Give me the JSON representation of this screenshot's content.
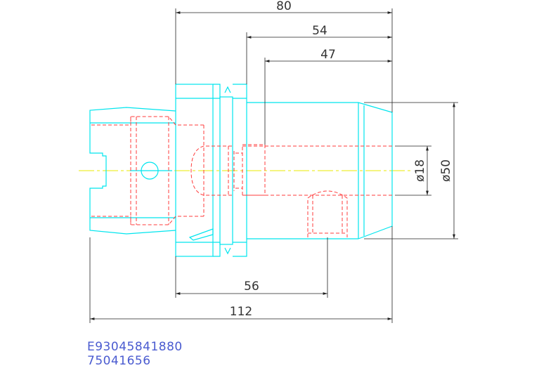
{
  "dimensions": {
    "d80": "80",
    "d54": "54",
    "d47": "47",
    "d56": "56",
    "d112": "112",
    "dia18": "ø18",
    "dia50": "ø50"
  },
  "part_codes": {
    "code1": "E93045841880",
    "code2": "75041656"
  },
  "colors": {
    "outline": "#00e5ee",
    "hidden": "#ff3b3b",
    "center": "#e8e800",
    "dimension": "#222222",
    "code_text": "#4a5bd0"
  }
}
